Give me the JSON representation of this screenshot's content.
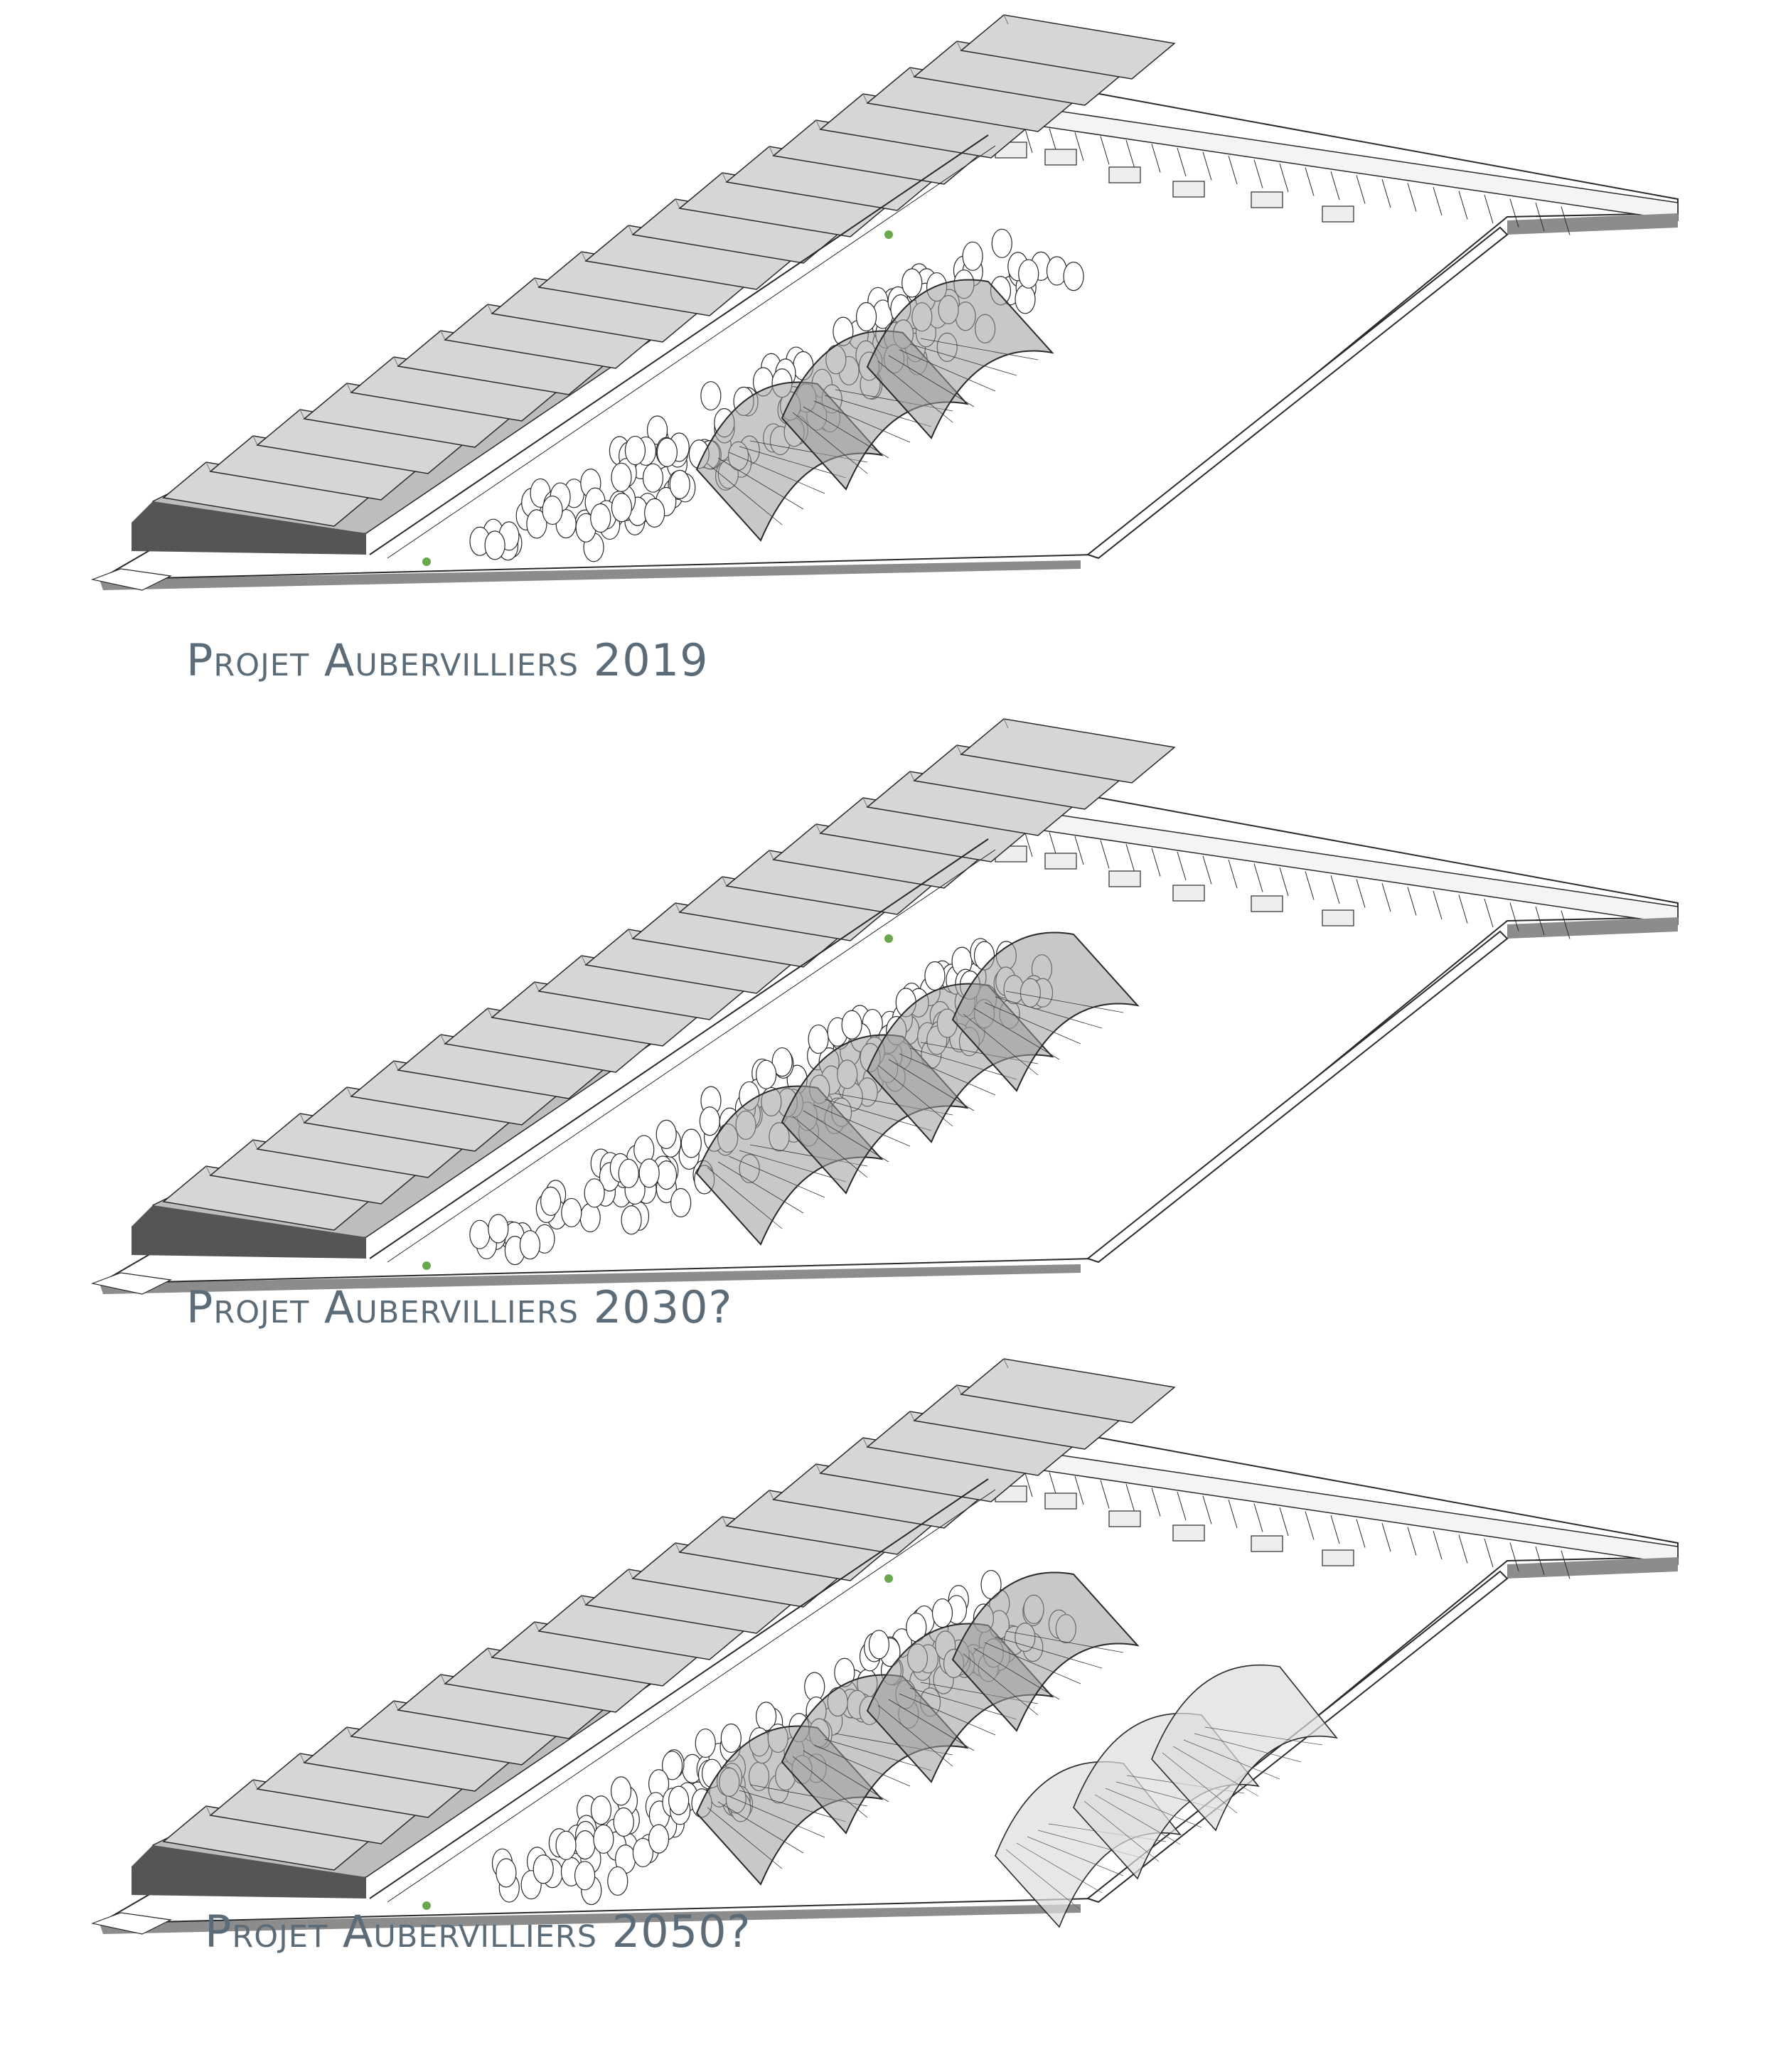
{
  "panels": [
    {
      "caption": "Projet Aubervilliers 2019",
      "halls_front": 3,
      "halls_new": 0
    },
    {
      "caption": "Projet Aubervilliers 2030?",
      "halls_front": 4,
      "halls_new": 0
    },
    {
      "caption": "Projet Aubervilliers 2050?",
      "halls_front": 4,
      "halls_new": 3
    }
  ],
  "colors": {
    "roof": "#d6d6d6",
    "roof_side": "#bdbdbd",
    "shadow": "#8c8c8c",
    "line": "#2a2a2a",
    "caption": "#5b6b78",
    "accent_green": "#6aa84f"
  },
  "icons": [
    "sawtooth-roof-icon",
    "tree-icon",
    "glass-vault-icon"
  ]
}
